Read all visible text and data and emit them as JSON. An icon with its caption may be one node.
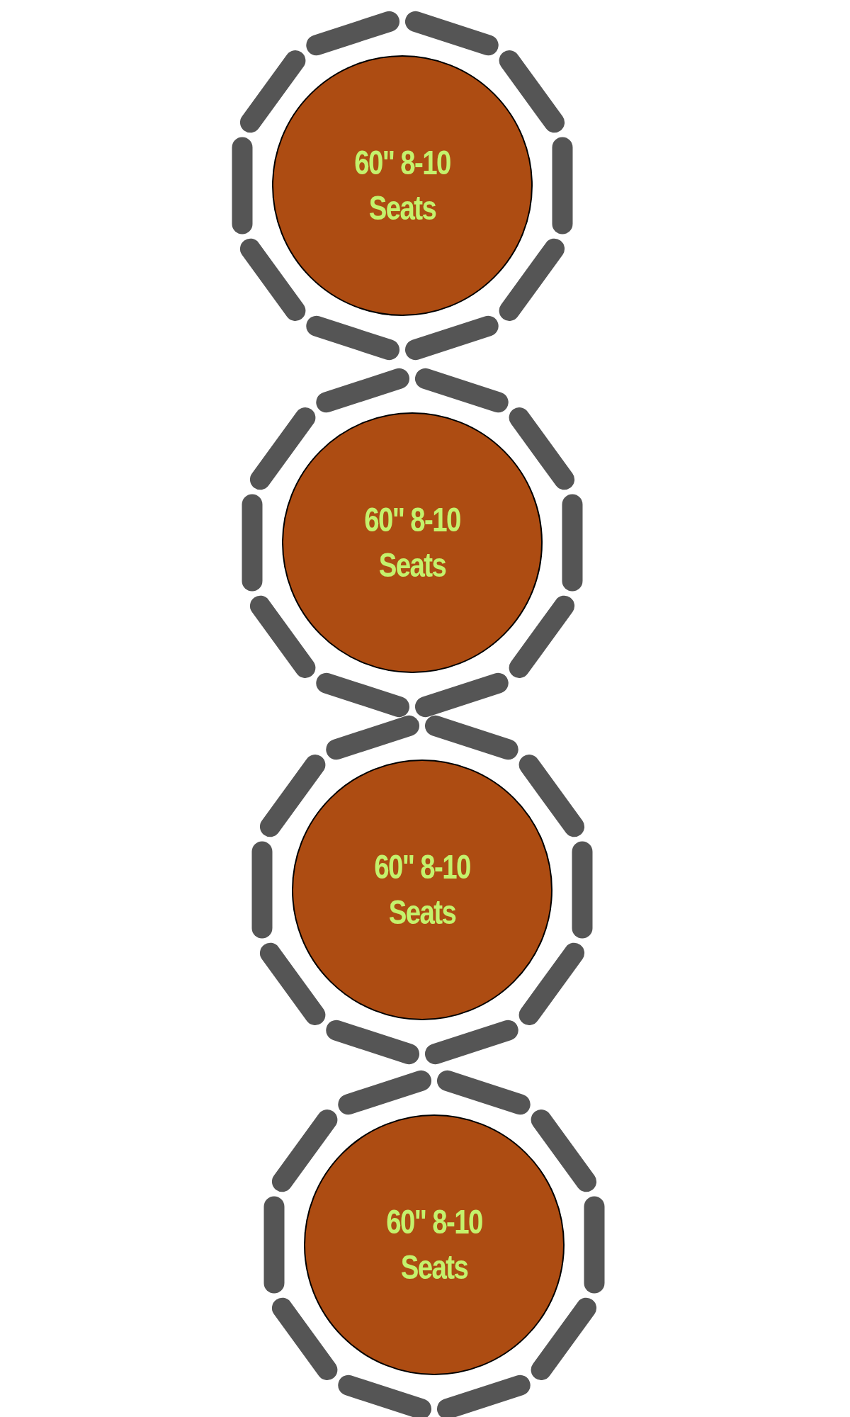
{
  "diagram": {
    "nodes": [
      {
        "text": [
          "60\" 8-10 Seats"
        ]
      },
      {
        "text": [
          "60\" 8-10 Seats"
        ]
      },
      {
        "text": [
          "60\" 8-10 Seats"
        ]
      },
      {
        "text": [
          "60\" 8-10 Seats"
        ]
      }
    ]
  }
}
